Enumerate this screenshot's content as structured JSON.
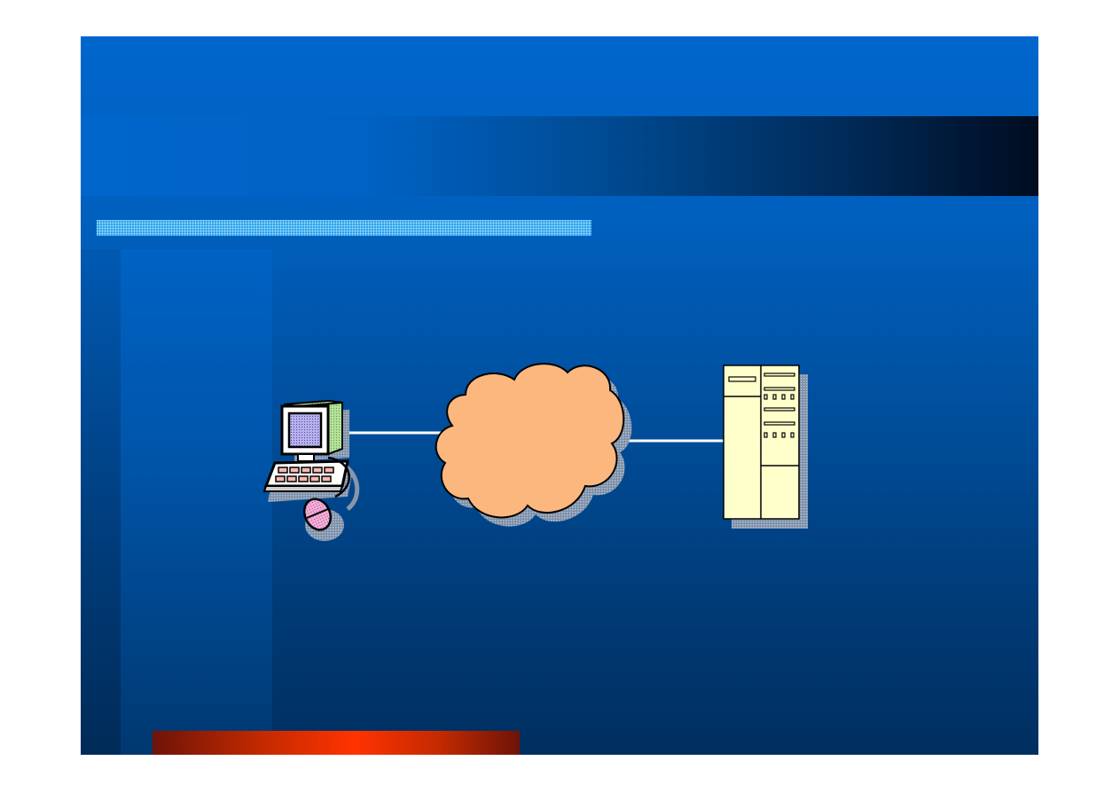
{
  "slide": {
    "title": ""
  },
  "diagram": {
    "nodes": [
      {
        "id": "client",
        "icon": "desktop-computer-icon"
      },
      {
        "id": "network",
        "icon": "network-cloud-icon"
      },
      {
        "id": "server",
        "icon": "server-tower-icon"
      }
    ],
    "links": [
      {
        "from": "client",
        "to": "network"
      },
      {
        "from": "network",
        "to": "server"
      }
    ]
  },
  "colors": {
    "slide_top": "#0066cc",
    "slide_bottom": "#002f60",
    "cloud_fill": "#fbb77e",
    "server_fill": "#ffffcc",
    "accent_bar": "#ff3300",
    "highlight_bar": "#29a3ee",
    "link_line": "#ffffff"
  }
}
